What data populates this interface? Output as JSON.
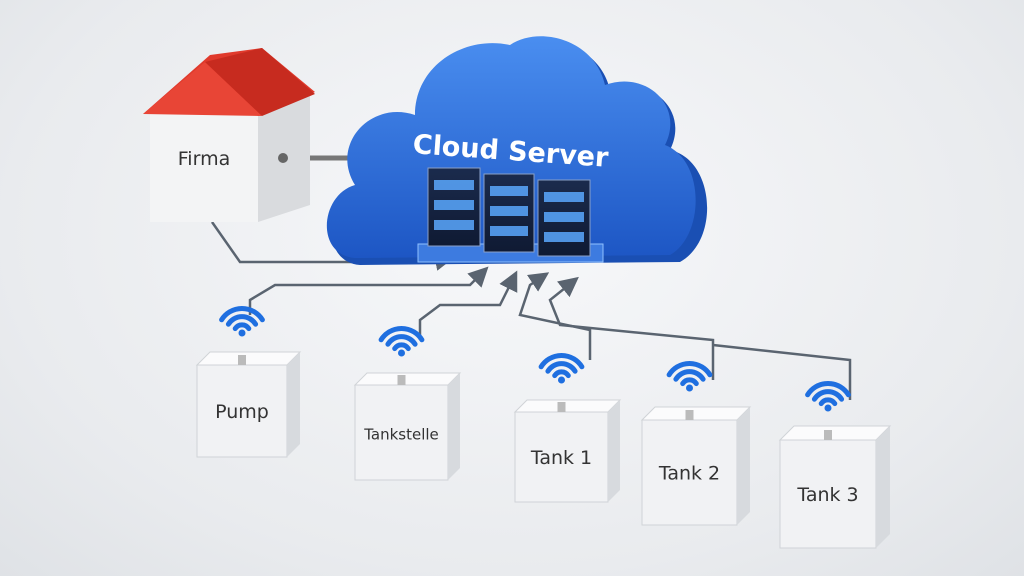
{
  "cloud": {
    "label": "Cloud Server"
  },
  "company": {
    "label": "Firma"
  },
  "devices": [
    {
      "label": "Pump"
    },
    {
      "label": "Tankstelle"
    },
    {
      "label": "Tank 1"
    },
    {
      "label": "Tank 2"
    },
    {
      "label": "Tank 3"
    }
  ],
  "colors": {
    "cloud": "#2f6fd6",
    "roof": "#e03a2c",
    "wifi": "#1f6fe0",
    "line": "#5a6470"
  }
}
